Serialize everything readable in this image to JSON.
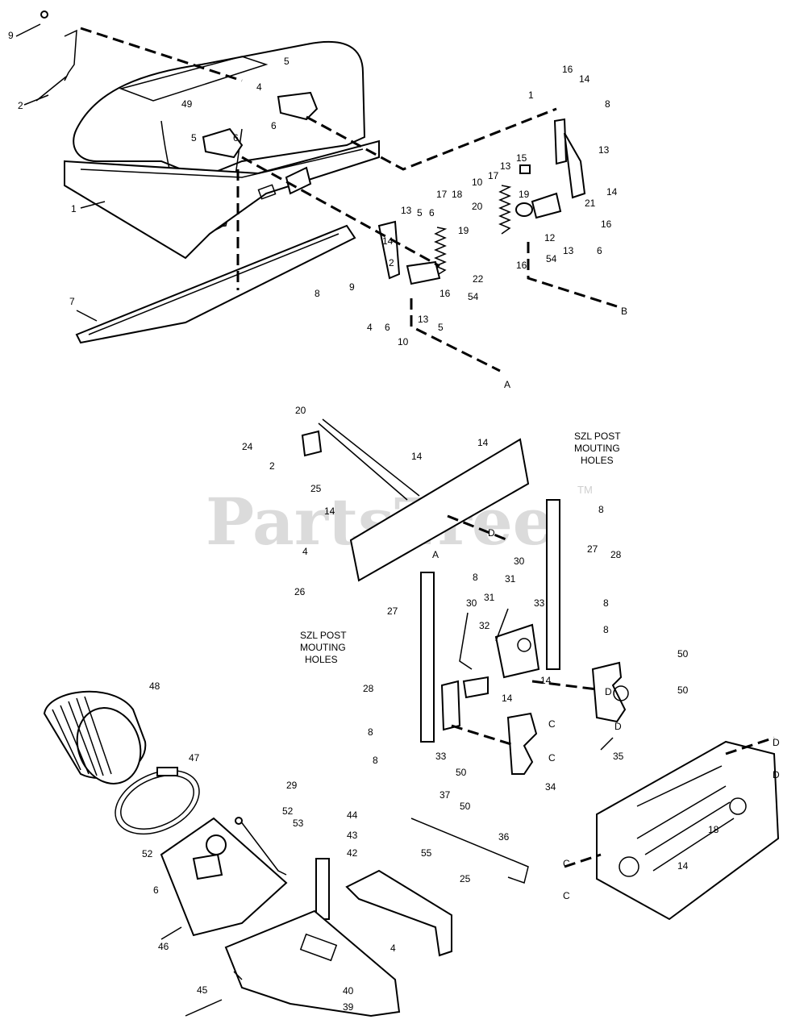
{
  "watermark": {
    "text": "PartsTree",
    "trademark": "TM"
  },
  "notes": {
    "szl_top": [
      "SZL POST",
      "MOUTING",
      "HOLES"
    ],
    "szl_left": [
      "SZL POST",
      "MOUTING",
      "HOLES"
    ]
  },
  "connectors": [
    "A",
    "B",
    "C",
    "D"
  ],
  "callouts": [
    {
      "id": "c1",
      "text": "9"
    },
    {
      "id": "c2",
      "text": "2"
    },
    {
      "id": "c3",
      "text": "4"
    },
    {
      "id": "c4",
      "text": "5"
    },
    {
      "id": "c5",
      "text": "49"
    },
    {
      "id": "c6",
      "text": "6"
    },
    {
      "id": "c7",
      "text": "5"
    },
    {
      "id": "c8",
      "text": "6"
    },
    {
      "id": "c9",
      "text": "1"
    },
    {
      "id": "c10",
      "text": "7"
    },
    {
      "id": "c11",
      "text": "16"
    },
    {
      "id": "c12",
      "text": "14"
    },
    {
      "id": "c13",
      "text": "1"
    },
    {
      "id": "c14",
      "text": "8"
    },
    {
      "id": "c15",
      "text": "13"
    },
    {
      "id": "c16",
      "text": "15"
    },
    {
      "id": "c17",
      "text": "17"
    },
    {
      "id": "c18",
      "text": "19"
    },
    {
      "id": "c19",
      "text": "10"
    },
    {
      "id": "c20",
      "text": "13"
    },
    {
      "id": "c21",
      "text": "14"
    },
    {
      "id": "c22",
      "text": "21"
    },
    {
      "id": "c23",
      "text": "16"
    },
    {
      "id": "c24",
      "text": "20"
    },
    {
      "id": "c25",
      "text": "12"
    },
    {
      "id": "c26",
      "text": "13"
    },
    {
      "id": "c27",
      "text": "6"
    },
    {
      "id": "c28",
      "text": "54"
    },
    {
      "id": "c29",
      "text": "16"
    },
    {
      "id": "c30",
      "text": "17"
    },
    {
      "id": "c31",
      "text": "18"
    },
    {
      "id": "c32",
      "text": "13"
    },
    {
      "id": "c33",
      "text": "5"
    },
    {
      "id": "c34",
      "text": "6"
    },
    {
      "id": "c35",
      "text": "14"
    },
    {
      "id": "c36",
      "text": "19"
    },
    {
      "id": "c37",
      "text": "22"
    },
    {
      "id": "c38",
      "text": "2"
    },
    {
      "id": "c39",
      "text": "9"
    },
    {
      "id": "c40",
      "text": "8"
    },
    {
      "id": "c41",
      "text": "54"
    },
    {
      "id": "c42",
      "text": "16"
    },
    {
      "id": "c43",
      "text": "13"
    },
    {
      "id": "c44",
      "text": "5"
    },
    {
      "id": "c45",
      "text": "4"
    },
    {
      "id": "c46",
      "text": "6"
    },
    {
      "id": "c47",
      "text": "10"
    },
    {
      "id": "c48",
      "text": "B"
    },
    {
      "id": "c49",
      "text": "A"
    },
    {
      "id": "c50",
      "text": "20"
    },
    {
      "id": "c51",
      "text": "24"
    },
    {
      "id": "c52",
      "text": "2"
    },
    {
      "id": "c53",
      "text": "25"
    },
    {
      "id": "c54",
      "text": "14"
    },
    {
      "id": "c55",
      "text": "14"
    },
    {
      "id": "c56",
      "text": "14"
    },
    {
      "id": "c57",
      "text": "D"
    },
    {
      "id": "c58",
      "text": "4"
    },
    {
      "id": "c59",
      "text": "A"
    },
    {
      "id": "c60",
      "text": "26"
    },
    {
      "id": "c61",
      "text": "8"
    },
    {
      "id": "c62",
      "text": "27"
    },
    {
      "id": "c63",
      "text": "28"
    },
    {
      "id": "c64",
      "text": "8"
    },
    {
      "id": "c65",
      "text": "30"
    },
    {
      "id": "c66",
      "text": "31"
    },
    {
      "id": "c67",
      "text": "31"
    },
    {
      "id": "c68",
      "text": "30"
    },
    {
      "id": "c69",
      "text": "33"
    },
    {
      "id": "c70",
      "text": "8"
    },
    {
      "id": "c71",
      "text": "8"
    },
    {
      "id": "c72",
      "text": "27"
    },
    {
      "id": "c73",
      "text": "32"
    },
    {
      "id": "c74",
      "text": "14"
    },
    {
      "id": "c75",
      "text": "28"
    },
    {
      "id": "c76",
      "text": "14"
    },
    {
      "id": "c77",
      "text": "50"
    },
    {
      "id": "c78",
      "text": "50"
    },
    {
      "id": "c79",
      "text": "D"
    },
    {
      "id": "c80",
      "text": "D"
    },
    {
      "id": "c81",
      "text": "35"
    },
    {
      "id": "c82",
      "text": "8"
    },
    {
      "id": "c83",
      "text": "8"
    },
    {
      "id": "c84",
      "text": "33"
    },
    {
      "id": "c85",
      "text": "C"
    },
    {
      "id": "c86",
      "text": "C"
    },
    {
      "id": "c87",
      "text": "50"
    },
    {
      "id": "c88",
      "text": "34"
    },
    {
      "id": "c89",
      "text": "50"
    },
    {
      "id": "c90",
      "text": "48"
    },
    {
      "id": "c91",
      "text": "47"
    },
    {
      "id": "c92",
      "text": "29"
    },
    {
      "id": "c93",
      "text": "52"
    },
    {
      "id": "c94",
      "text": "53"
    },
    {
      "id": "c95",
      "text": "52"
    },
    {
      "id": "c96",
      "text": "6"
    },
    {
      "id": "c97",
      "text": "46"
    },
    {
      "id": "c98",
      "text": "44"
    },
    {
      "id": "c99",
      "text": "43"
    },
    {
      "id": "c100",
      "text": "42"
    },
    {
      "id": "c101",
      "text": "37"
    },
    {
      "id": "c102",
      "text": "36"
    },
    {
      "id": "c103",
      "text": "55"
    },
    {
      "id": "c104",
      "text": "25"
    },
    {
      "id": "c105",
      "text": "4"
    },
    {
      "id": "c106",
      "text": "45"
    },
    {
      "id": "c107",
      "text": "40"
    },
    {
      "id": "c108",
      "text": "39"
    },
    {
      "id": "c109",
      "text": "D"
    },
    {
      "id": "c110",
      "text": "D"
    },
    {
      "id": "c111",
      "text": "C"
    },
    {
      "id": "c112",
      "text": "C"
    },
    {
      "id": "c113",
      "text": "18"
    },
    {
      "id": "c114",
      "text": "14"
    }
  ]
}
